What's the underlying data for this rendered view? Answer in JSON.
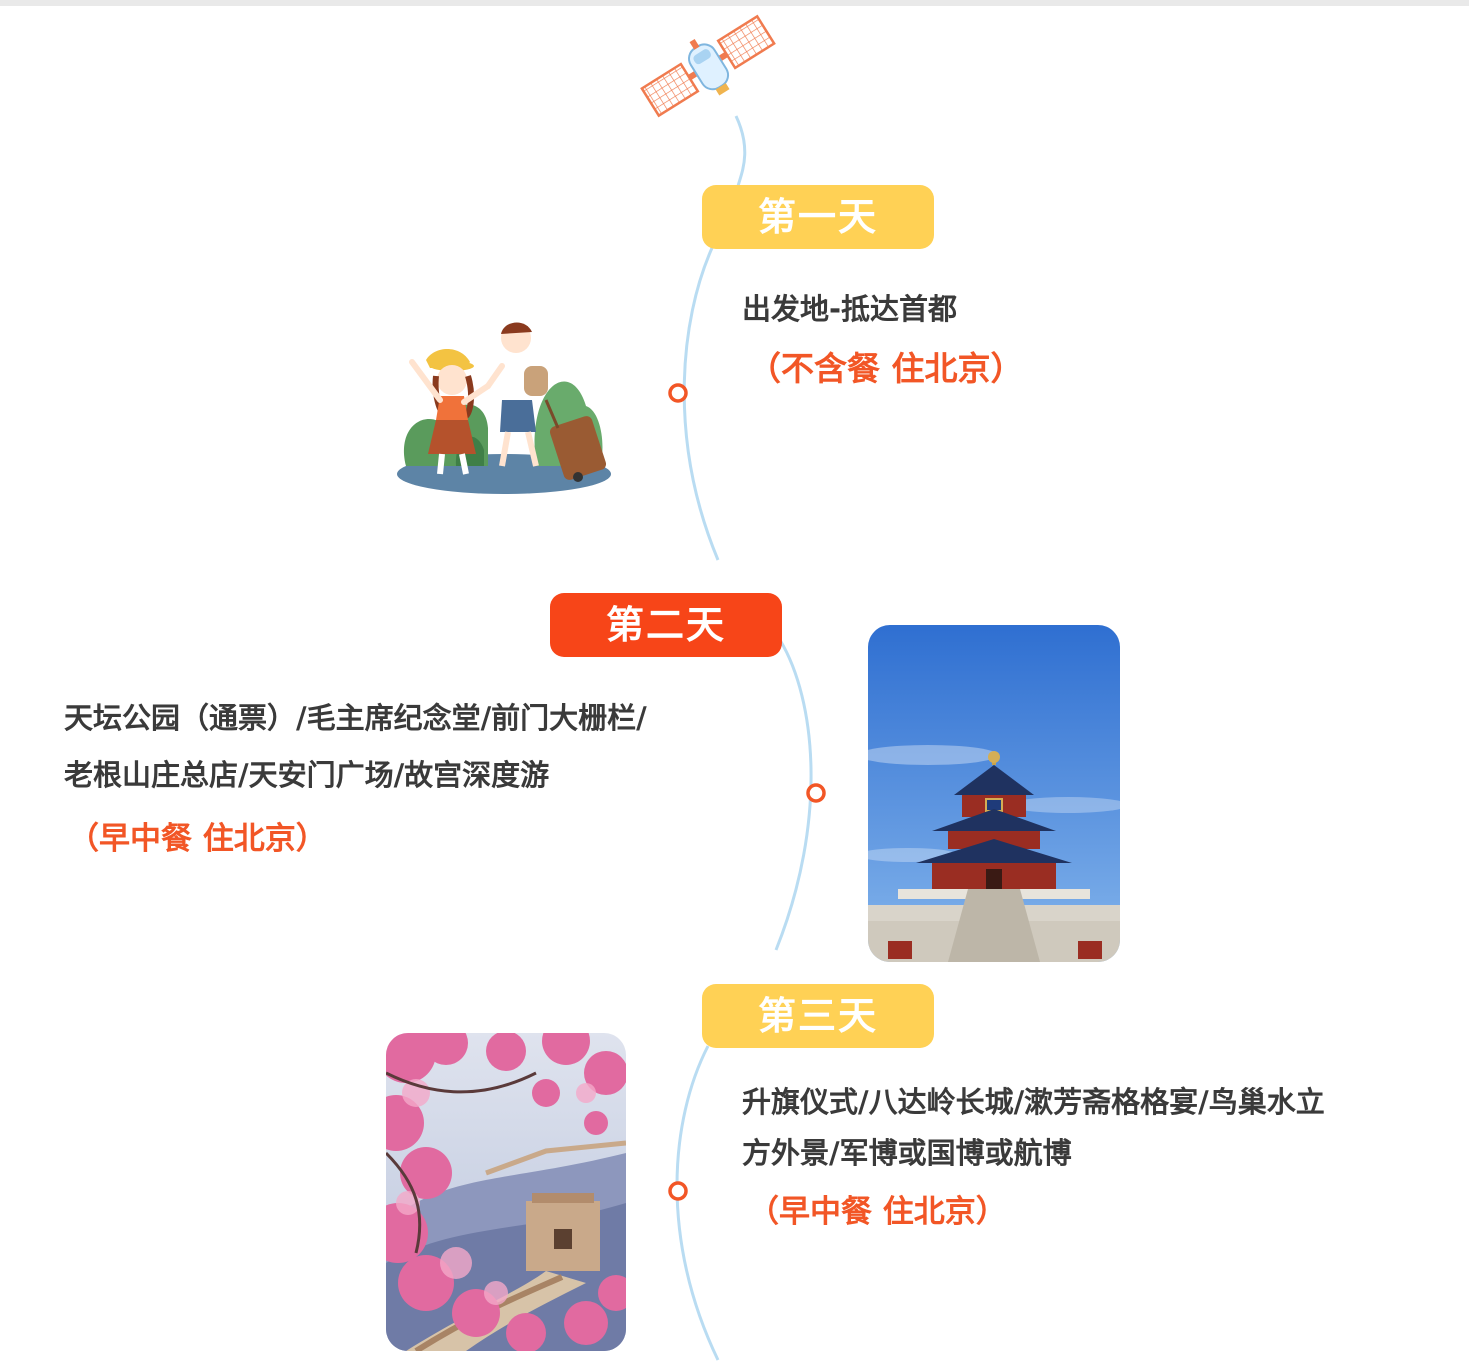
{
  "accent_colors": {
    "yellow": "#ffd155",
    "red": "#f74518",
    "meal_text": "#f25626",
    "timeline_line": "#b9dcf2"
  },
  "timeline_top_icon": "satellite-icon",
  "days": [
    {
      "label": "第一天",
      "route": "出发地-抵达首都",
      "route_lines": [
        "出发地-抵达首都"
      ],
      "meals": "（不含餐 住北京）",
      "image": "travelling-couple-illustration"
    },
    {
      "label": "第二天",
      "route": "天坛公园（通票）/毛主席纪念堂/前门大栅栏/老根山庄总店/天安门广场/故宫深度游",
      "route_lines": [
        "天坛公园（通票）/毛主席纪念堂/前门大栅栏/",
        "老根山庄总店/天安门广场/故宫深度游"
      ],
      "meals": "（早中餐  住北京）",
      "image": "temple-of-heaven-photo"
    },
    {
      "label": "第三天",
      "route": "升旗仪式/八达岭长城/漱芳斋格格宴/鸟巢水立方外景/军博或国博或航博",
      "route_lines": [
        "升旗仪式/八达岭长城/漱芳斋格格宴/鸟巢水立",
        "方外景/军博或国博或航博"
      ],
      "meals": "（早中餐  住北京）",
      "image": "great-wall-blossom-photo"
    }
  ]
}
